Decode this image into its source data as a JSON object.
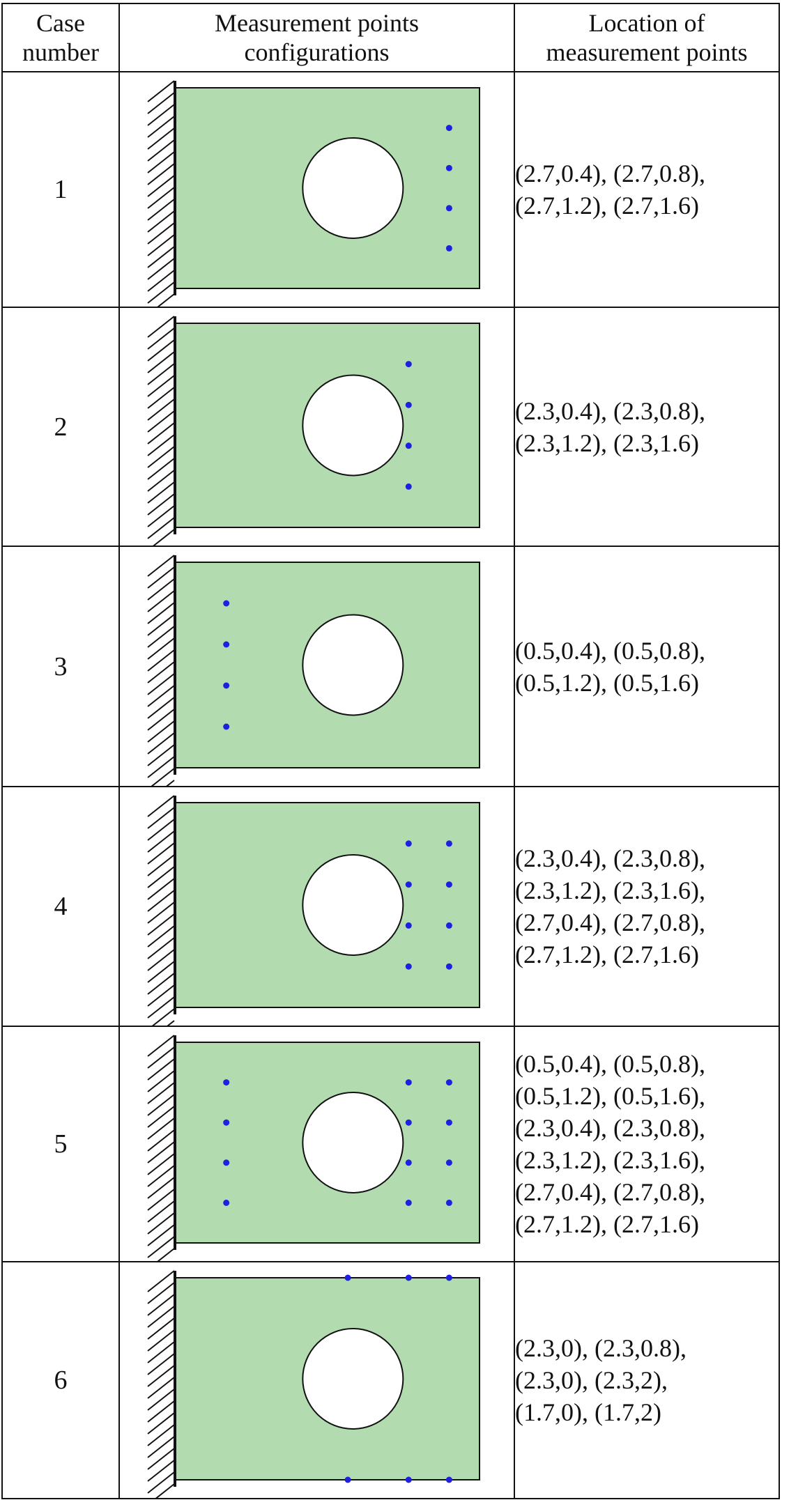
{
  "headers": {
    "case": [
      "Case",
      "number"
    ],
    "config": [
      "Measurement points",
      "configurations"
    ],
    "location": [
      "Location of",
      "measurement points"
    ]
  },
  "colors": {
    "plate": "#b2dbaf",
    "point": "#1f1fe0",
    "hole": "#ffffff",
    "line": "#111111"
  },
  "rows": [
    {
      "case": "1",
      "locations": [
        "(2.7,0.4), (2.7,0.8),",
        "(2.7,1.2), (2.7,1.6)"
      ],
      "points": [
        [
          2.7,
          0.4
        ],
        [
          2.7,
          0.8
        ],
        [
          2.7,
          1.2
        ],
        [
          2.7,
          1.6
        ]
      ]
    },
    {
      "case": "2",
      "locations": [
        "(2.3,0.4), (2.3,0.8),",
        "(2.3,1.2), (2.3,1.6)"
      ],
      "points": [
        [
          2.3,
          0.4
        ],
        [
          2.3,
          0.8
        ],
        [
          2.3,
          1.2
        ],
        [
          2.3,
          1.6
        ]
      ]
    },
    {
      "case": "3",
      "locations": [
        "(0.5,0.4), (0.5,0.8),",
        "(0.5,1.2), (0.5,1.6)"
      ],
      "points": [
        [
          0.5,
          0.4
        ],
        [
          0.5,
          0.8
        ],
        [
          0.5,
          1.2
        ],
        [
          0.5,
          1.6
        ]
      ]
    },
    {
      "case": "4",
      "locations": [
        "(2.3,0.4), (2.3,0.8),",
        "(2.3,1.2), (2.3,1.6),",
        "(2.7,0.4), (2.7,0.8),",
        "(2.7,1.2), (2.7,1.6)"
      ],
      "points": [
        [
          2.3,
          0.4
        ],
        [
          2.3,
          0.8
        ],
        [
          2.3,
          1.2
        ],
        [
          2.3,
          1.6
        ],
        [
          2.7,
          0.4
        ],
        [
          2.7,
          0.8
        ],
        [
          2.7,
          1.2
        ],
        [
          2.7,
          1.6
        ]
      ]
    },
    {
      "case": "5",
      "locations": [
        "(0.5,0.4), (0.5,0.8),",
        "(0.5,1.2), (0.5,1.6),",
        "(2.3,0.4), (2.3,0.8),",
        "(2.3,1.2), (2.3,1.6),",
        "(2.7,0.4), (2.7,0.8),",
        "(2.7,1.2), (2.7,1.6)"
      ],
      "points": [
        [
          0.5,
          0.4
        ],
        [
          0.5,
          0.8
        ],
        [
          0.5,
          1.2
        ],
        [
          0.5,
          1.6
        ],
        [
          2.3,
          0.4
        ],
        [
          2.3,
          0.8
        ],
        [
          2.3,
          1.2
        ],
        [
          2.3,
          1.6
        ],
        [
          2.7,
          0.4
        ],
        [
          2.7,
          0.8
        ],
        [
          2.7,
          1.2
        ],
        [
          2.7,
          1.6
        ]
      ]
    },
    {
      "case": "6",
      "locations": [
        "(2.3,0), (2.3,0.8),",
        "(2.3,0), (2.3,2),",
        "(1.7,0), (1.7,2)"
      ],
      "points": [
        [
          1.7,
          0
        ],
        [
          2.3,
          0
        ],
        [
          2.7,
          0
        ],
        [
          1.7,
          2
        ],
        [
          2.3,
          2
        ],
        [
          2.7,
          2
        ]
      ]
    }
  ]
}
